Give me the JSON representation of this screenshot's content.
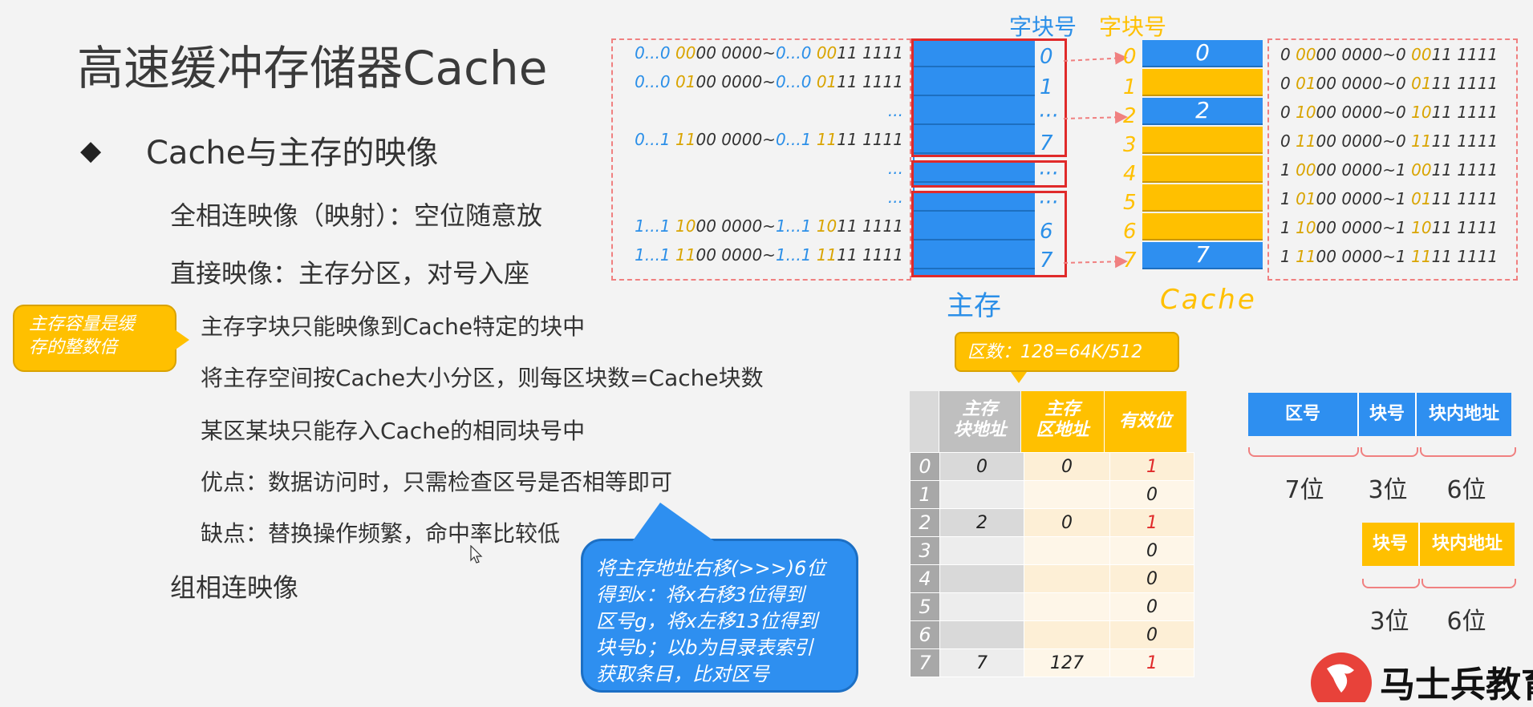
{
  "slide": {
    "title": "高速缓冲存储器Cache",
    "bullet": "◆",
    "subhead": "Cache与主存的映像",
    "lines": [
      "全相连映像（映射）：空位随意放",
      "直接映像：主存分区，对号入座",
      "主存字块只能映像到Cache特定的块中",
      "将主存空间按Cache大小分区，则每区块数=Cache块数",
      "某区某块只能存入Cache的相同块号中",
      "优点：数据访问时，只需检查区号是否相等即可",
      "缺点：替换操作频繁，命中率比较低",
      "组相连映像"
    ]
  },
  "callouts": {
    "yellow": [
      "主存容量是缓",
      "存的整数倍"
    ],
    "blue": [
      "将主存地址右移(>>>)6位",
      "得到x：将x右移3位得到",
      "区号g，将x左移13位得到",
      "块号b；以b为目录表索引",
      "获取条目，比对区号"
    ],
    "zone_count": "区数：128=64K/512"
  },
  "memory": {
    "label": "主存",
    "block_no_label": "字块号",
    "addresses": [
      {
        "a": "0...0 ",
        "b": "00",
        "c": "00 0000~",
        "d": "0...0 ",
        "e": "00",
        "f": "11 1111"
      },
      {
        "a": "0...0 ",
        "b": "01",
        "c": "00 0000~",
        "d": "0...0 ",
        "e": "01",
        "f": "11 1111"
      },
      {
        "a": "...",
        "b": "",
        "c": "",
        "d": "",
        "e": "",
        "f": ""
      },
      {
        "a": "0...1 ",
        "b": "11",
        "c": "00 0000~",
        "d": "0...1 ",
        "e": "11",
        "f": "11 1111"
      },
      {
        "a": "...",
        "b": "",
        "c": "",
        "d": "",
        "e": "",
        "f": ""
      },
      {
        "a": "...",
        "b": "",
        "c": "",
        "d": "",
        "e": "",
        "f": ""
      },
      {
        "a": "1...1 ",
        "b": "10",
        "c": "00 0000~",
        "d": "1...1 ",
        "e": "10",
        "f": "11 1111"
      },
      {
        "a": "1...1 ",
        "b": "11",
        "c": "00 0000~",
        "d": "1...1 ",
        "e": "11",
        "f": "11 1111"
      }
    ],
    "indices": [
      "0",
      "1",
      "···",
      "7",
      "···",
      "···",
      "6",
      "7"
    ]
  },
  "cache": {
    "label": "Cache",
    "block_no_label": "字块号",
    "indices": [
      "0",
      "1",
      "2",
      "3",
      "4",
      "5",
      "6",
      "7"
    ],
    "cells": [
      "0",
      "",
      "2",
      "",
      "",
      "",
      "",
      "7"
    ],
    "filled": [
      true,
      false,
      true,
      false,
      false,
      false,
      false,
      true
    ],
    "addresses": [
      {
        "a": "0 ",
        "b": "00",
        "c": "00 0000~",
        "d": "0 ",
        "e": "00",
        "f": "11 1111"
      },
      {
        "a": "0 ",
        "b": "01",
        "c": "00 0000~",
        "d": "0 ",
        "e": "01",
        "f": "11 1111"
      },
      {
        "a": "0 ",
        "b": "10",
        "c": "00 0000~",
        "d": "0 ",
        "e": "10",
        "f": "11 1111"
      },
      {
        "a": "0 ",
        "b": "11",
        "c": "00 0000~",
        "d": "0 ",
        "e": "11",
        "f": "11 1111"
      },
      {
        "a": "1 ",
        "b": "00",
        "c": "00 0000~",
        "d": "1 ",
        "e": "00",
        "f": "11 1111"
      },
      {
        "a": "1 ",
        "b": "01",
        "c": "00 0000~",
        "d": "1 ",
        "e": "01",
        "f": "11 1111"
      },
      {
        "a": "1 ",
        "b": "10",
        "c": "00 0000~",
        "d": "1 ",
        "e": "10",
        "f": "11 1111"
      },
      {
        "a": "1 ",
        "b": "11",
        "c": "00 0000~",
        "d": "1 ",
        "e": "11",
        "f": "11 1111"
      }
    ]
  },
  "table": {
    "headers": [
      "主存\n块地址",
      "主存\n区地址",
      "有效位"
    ],
    "rows": [
      {
        "n": "0",
        "block": "0",
        "zone": "0",
        "valid": "1"
      },
      {
        "n": "1",
        "block": "",
        "zone": "",
        "valid": "0"
      },
      {
        "n": "2",
        "block": "2",
        "zone": "0",
        "valid": "1"
      },
      {
        "n": "3",
        "block": "",
        "zone": "",
        "valid": "0"
      },
      {
        "n": "4",
        "block": "",
        "zone": "",
        "valid": "0"
      },
      {
        "n": "5",
        "block": "",
        "zone": "",
        "valid": "0"
      },
      {
        "n": "6",
        "block": "",
        "zone": "",
        "valid": "0"
      },
      {
        "n": "7",
        "block": "7",
        "zone": "127",
        "valid": "1"
      }
    ]
  },
  "address_format": {
    "main": [
      {
        "label": "区号",
        "bits": "7位"
      },
      {
        "label": "块号",
        "bits": "3位"
      },
      {
        "label": "块内地址",
        "bits": "6位"
      }
    ],
    "cache": [
      {
        "label": "块号",
        "bits": "3位"
      },
      {
        "label": "块内地址",
        "bits": "6位"
      }
    ]
  },
  "logo": {
    "text": "马士兵教育"
  },
  "colors": {
    "blue": "#2e8ff0",
    "yellow": "#ffc000",
    "red": "#e02a2a"
  }
}
